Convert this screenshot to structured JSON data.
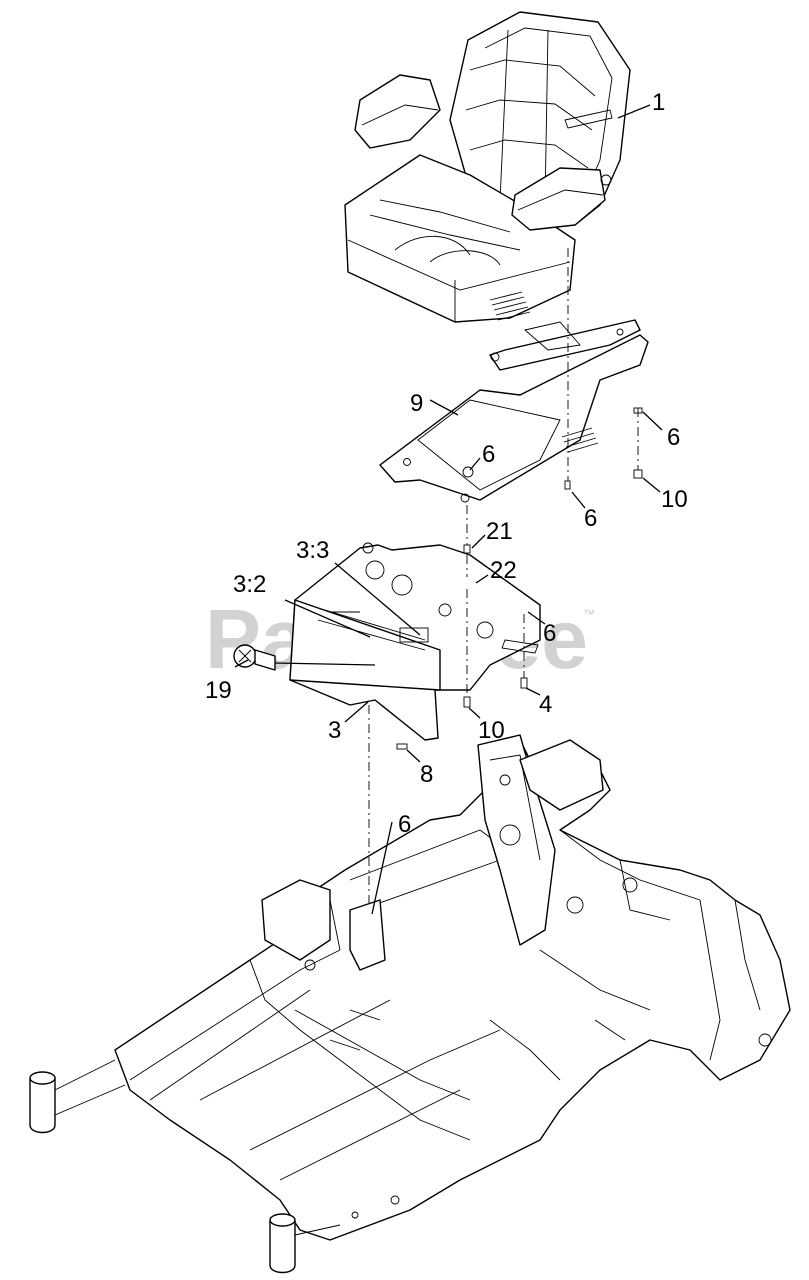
{
  "watermark": {
    "text": "PartsTree",
    "trademark": "™"
  },
  "callouts": [
    {
      "id": "c1",
      "label": "1"
    },
    {
      "id": "c9",
      "label": "9"
    },
    {
      "id": "c6a",
      "label": "6"
    },
    {
      "id": "c6b",
      "label": "6"
    },
    {
      "id": "c6c",
      "label": "6"
    },
    {
      "id": "c10a",
      "label": "10"
    },
    {
      "id": "c21",
      "label": "21"
    },
    {
      "id": "c22",
      "label": "22"
    },
    {
      "id": "c33",
      "label": "3:3"
    },
    {
      "id": "c32",
      "label": "3:2"
    },
    {
      "id": "c6d",
      "label": "6"
    },
    {
      "id": "c19",
      "label": "19"
    },
    {
      "id": "c4",
      "label": "4"
    },
    {
      "id": "c3",
      "label": "3"
    },
    {
      "id": "c10b",
      "label": "10"
    },
    {
      "id": "c8",
      "label": "8"
    },
    {
      "id": "c6e",
      "label": "6"
    }
  ]
}
